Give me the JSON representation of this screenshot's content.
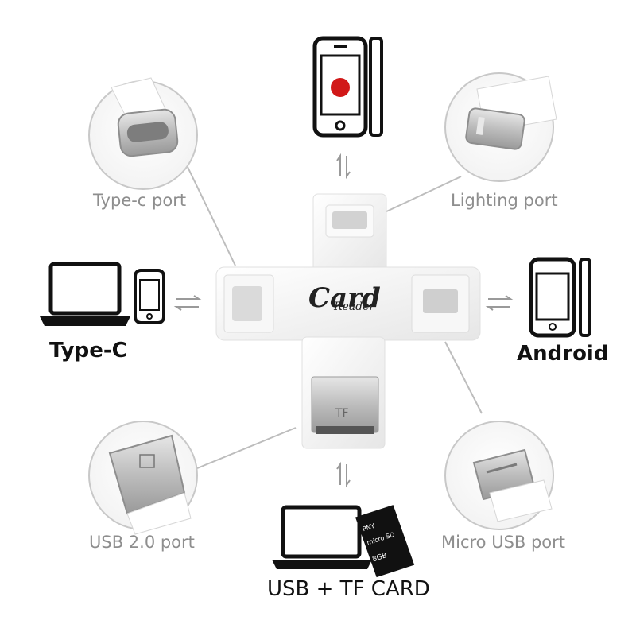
{
  "colors": {
    "port_label": "#8e8e8e",
    "device_label": "#111111",
    "reader_body": "#f4f4f4",
    "metal": "#c9c9c9",
    "logo": "#222222",
    "arrows": "#9a9a9a"
  },
  "ports": {
    "type_c": "Type-c port",
    "lighting": "Lighting port",
    "usb2": "USB 2.0 port",
    "micro_usb": "Micro USB port"
  },
  "devices": {
    "type_c": "Type-C",
    "android": "Android",
    "usb_tf": "USB + TF CARD"
  },
  "reader": {
    "logo_main": "Card",
    "logo_sub": "Reader",
    "slot_mark": "TF"
  },
  "sd_card": {
    "brand": "PNY",
    "type": "micro SD",
    "capacity": "8GB"
  },
  "icons": {
    "top": "iphone-icon",
    "left": "laptop-and-phone-icon",
    "right": "android-phone-icon",
    "bottom": "laptop-and-sd-card-icon"
  }
}
